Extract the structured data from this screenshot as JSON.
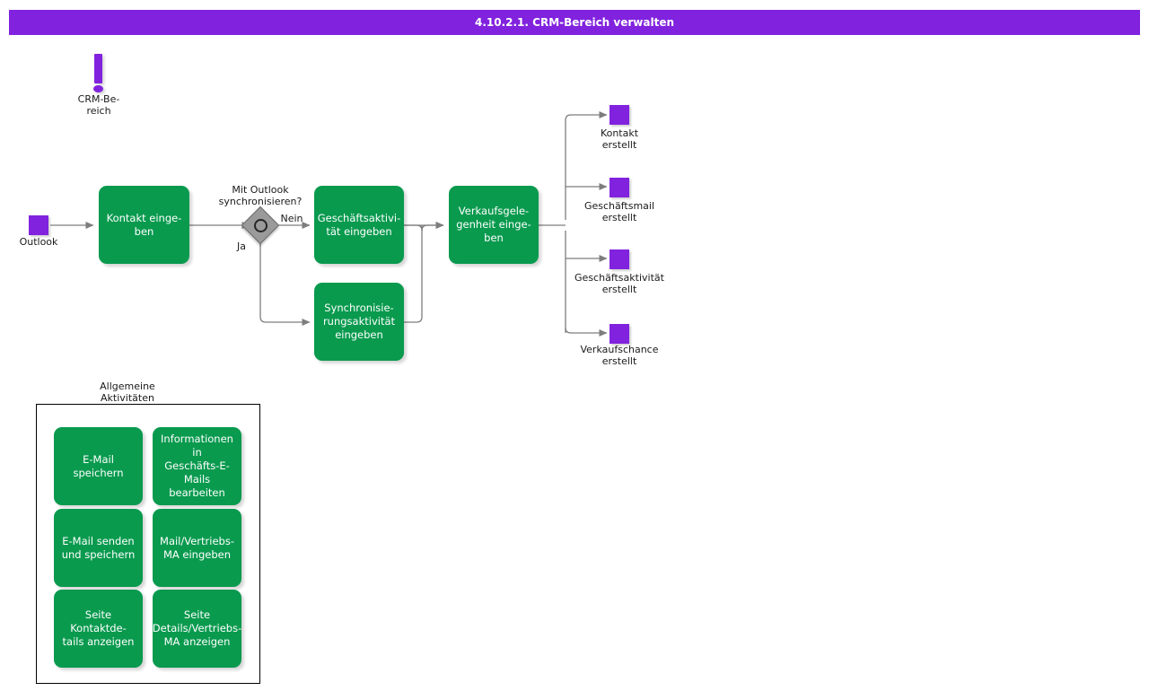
{
  "header": {
    "title": "4.10.2.1. CRM-Bereich verwalten",
    "bar_color": "#8122de"
  },
  "palette": {
    "task_green": "#099a4e",
    "event_purple": "#8122de",
    "gateway_gray": "#9a9a9a",
    "connector_gray": "#7d7d7d",
    "text_dark": "#1a1a1a"
  },
  "annotation": {
    "icon": "exclamation-icon",
    "label": "CRM-Be-\nreich"
  },
  "start_event": {
    "icon": "start-event-square",
    "label": "Outlook"
  },
  "tasks": {
    "kontakt_eingeben": "Kontakt einge-\nben",
    "geschaeftsaktivitaet_eingeben": "Geschäftsaktivi-\ntät eingeben",
    "synchronisierungsaktivitaet_eingeben": "Synchronisie-\nrungsaktivität\neingeben",
    "verkaufsgelegenheit_eingeben": "Verkaufsgele-\ngenheit  einge-\nben"
  },
  "gateway": {
    "question": "Mit Outlook\nsynchronisieren?",
    "branch_yes": "Ja",
    "branch_no": "Nein"
  },
  "end_events": [
    {
      "label": "Kontakt\nerstellt",
      "icon": "end-event-square"
    },
    {
      "label": "Geschäftsmail\nerstellt",
      "icon": "end-event-square"
    },
    {
      "label": "Geschäftsaktivität\nerstellt",
      "icon": "end-event-square"
    },
    {
      "label": "Verkaufschance\nerstellt",
      "icon": "end-event-square"
    }
  ],
  "group": {
    "title": "Allgemeine\nAktivitäten",
    "activities": [
      "E-Mail speichern",
      "Informationen in\nGeschäfts-E-\nMails bearbeiten",
      "E-Mail senden\nund speichern",
      "Mail/Vertriebs-\nMA eingeben",
      "Seite Kontaktde-\ntails anzeigen",
      "Seite\nDetails/Vertriebs-\nMA anzeigen"
    ]
  }
}
